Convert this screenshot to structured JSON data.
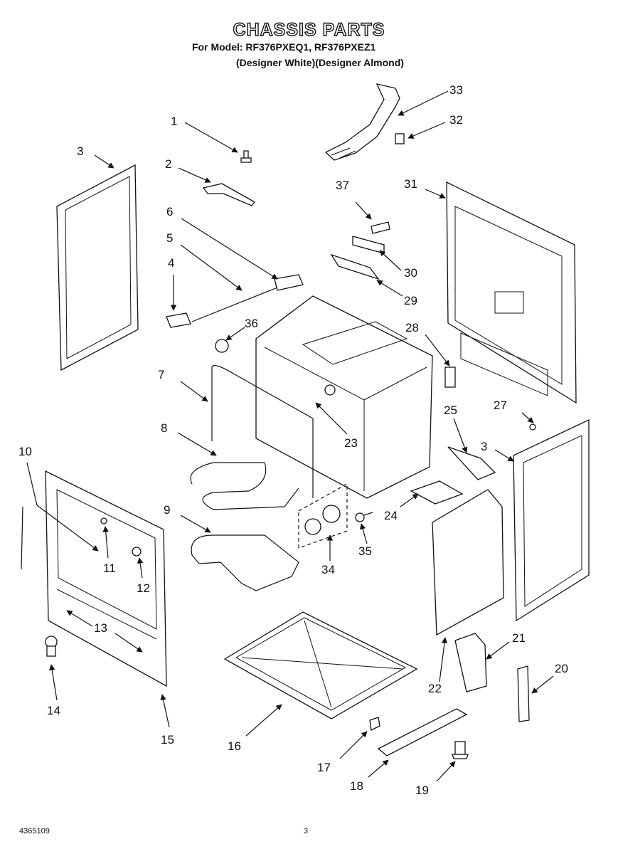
{
  "header": {
    "title": "CHASSIS PARTS",
    "model_line": "For Model: RF376PXEQ1, RF376PXEZ1",
    "color_line": "(Designer White)(Designer Almond)"
  },
  "footer": {
    "doc_number": "4365109",
    "page_number": "3"
  },
  "callouts": [
    "1",
    "2",
    "3",
    "3",
    "4",
    "5",
    "6",
    "7",
    "8",
    "9",
    "10",
    "11",
    "12",
    "13",
    "14",
    "15",
    "16",
    "17",
    "18",
    "19",
    "20",
    "21",
    "22",
    "23",
    "24",
    "25",
    "27",
    "28",
    "29",
    "30",
    "31",
    "32",
    "33",
    "34",
    "35",
    "36",
    "37"
  ]
}
